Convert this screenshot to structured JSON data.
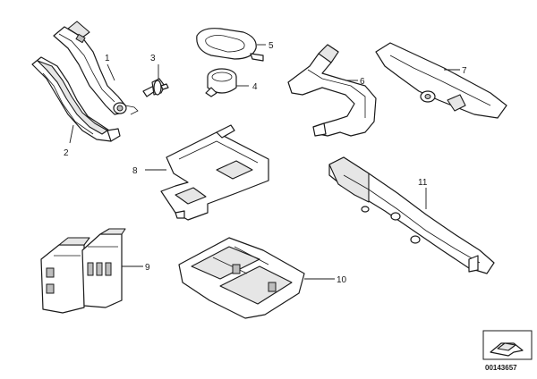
{
  "callouts": {
    "c1": "1",
    "c2": "2",
    "c3": "3",
    "c4": "4",
    "c5": "5",
    "c6": "6",
    "c7": "7",
    "c8": "8",
    "c9": "9",
    "c10": "10",
    "c11": "11"
  },
  "footer": {
    "doc_number": "00143657"
  },
  "colors": {
    "line": "#1a1a1a",
    "background": "#ffffff",
    "shade": "#e6e6e6"
  }
}
